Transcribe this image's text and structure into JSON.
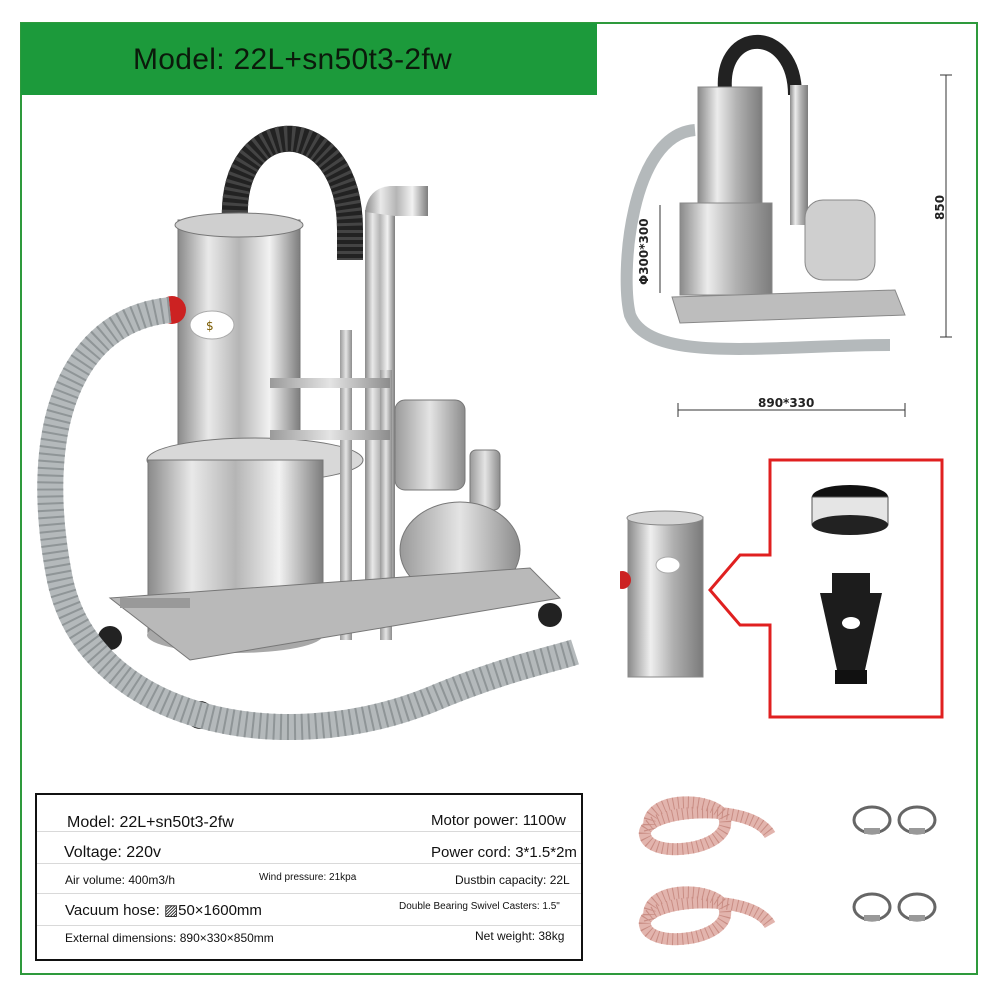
{
  "banner": {
    "title": "Model: 22L+sn50t3-2fw"
  },
  "dimensions": {
    "height": "850",
    "bin_diameter": "Φ300*300",
    "footprint": "890*330"
  },
  "specs": {
    "model": "Model: 22L+sn50t3-2fw",
    "motor_power": "Motor power: 1100w",
    "voltage": "Voltage: 220v",
    "power_cord": "Power cord: 3*1.5*2m",
    "air_volume": "Air volume: 400m3/h",
    "wind_pressure": "Wind pressure: 21kpa",
    "dustbin_capacity": "Dustbin capacity: 22L",
    "vacuum_hose": "Vacuum hose: ▨50×1600mm",
    "casters": "Double Bearing Swivel Casters: 1.5\"",
    "external_dimensions": "External dimensions: 890×330×850mm",
    "net_weight": "Net weight: 38kg"
  },
  "colors": {
    "brand_green": "#1c9a3b",
    "callout_red": "#e02020"
  }
}
